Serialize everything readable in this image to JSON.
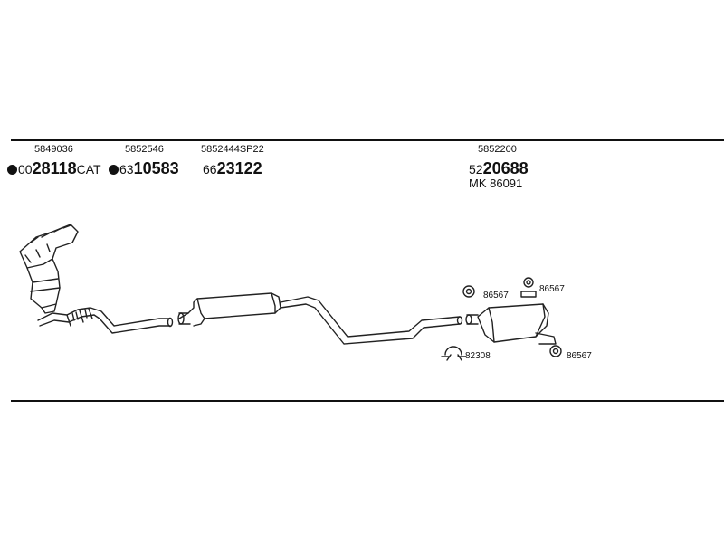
{
  "parts": [
    {
      "ref": "5849036",
      "prefix": "00",
      "main": "28118",
      "suffix": "CAT",
      "dot": true
    },
    {
      "ref": "5852546",
      "prefix": "63",
      "main": "10583",
      "suffix": "",
      "dot": true
    },
    {
      "ref": "5852444SP22",
      "prefix": "66",
      "main": "23122",
      "suffix": "",
      "dot": false
    },
    {
      "ref": "5852200",
      "prefix": "52",
      "main": "20688",
      "suffix": "",
      "dot": false,
      "extra": "MK  86091"
    }
  ],
  "small_parts": [
    {
      "label": "86567"
    },
    {
      "label": "86567"
    },
    {
      "label": "82308"
    },
    {
      "label": "86567"
    }
  ]
}
